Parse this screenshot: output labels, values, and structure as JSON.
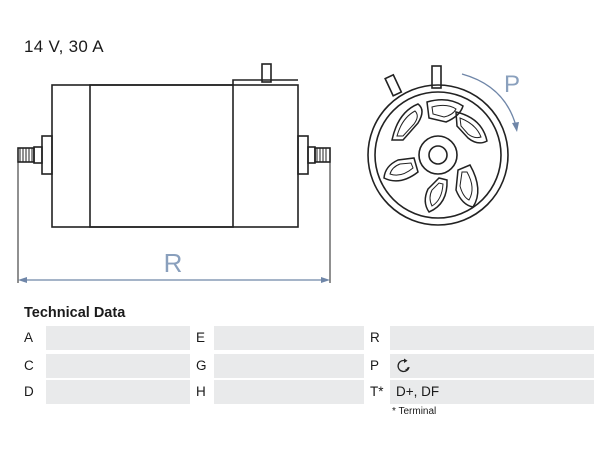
{
  "header": {
    "rating": "14 V, 30 A"
  },
  "drawing": {
    "dimension_label": "R",
    "rotation_label": "P",
    "accent_color": "#6f86a8"
  },
  "table": {
    "title": "Technical Data",
    "rows": [
      [
        {
          "label": "A",
          "value": ""
        },
        {
          "label": "E",
          "value": ""
        },
        {
          "label": "R",
          "value": ""
        }
      ],
      [
        {
          "label": "C",
          "value": ""
        },
        {
          "label": "G",
          "value": ""
        },
        {
          "label": "P",
          "value": "",
          "icon": "clockwise-rotation-icon"
        }
      ],
      [
        {
          "label": "D",
          "value": ""
        },
        {
          "label": "H",
          "value": ""
        },
        {
          "label": "T*",
          "value": "D+, DF"
        }
      ]
    ],
    "footnote": "* Terminal"
  }
}
